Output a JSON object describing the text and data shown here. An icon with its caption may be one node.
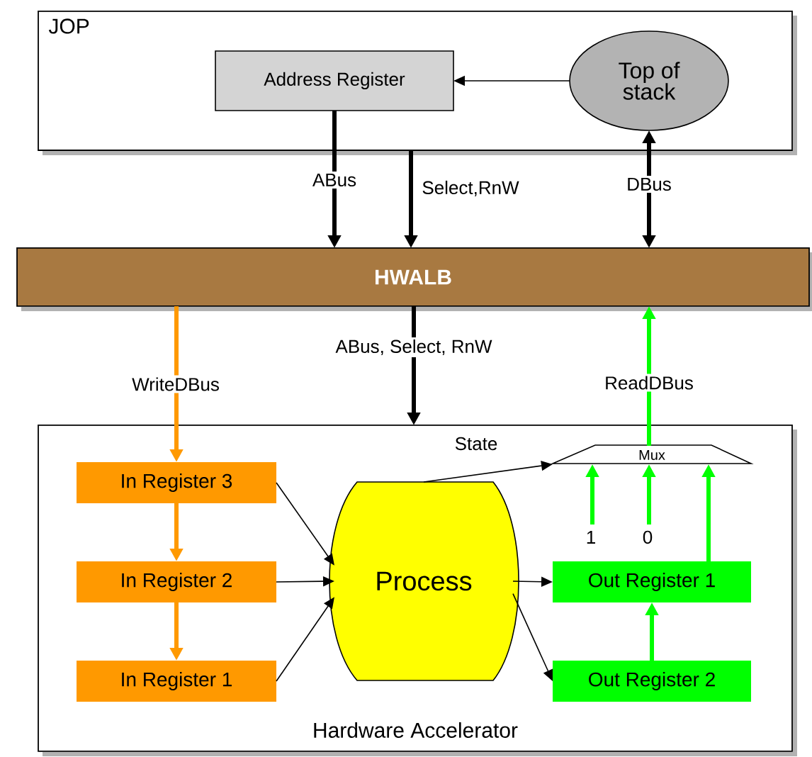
{
  "diagram": {
    "nodes": [
      {
        "text": [
          "JOP"
        ]
      },
      {
        "text": [
          "Address Register"
        ],
        "in": 0
      },
      {
        "text": [
          "Top of stack"
        ],
        "in": 0
      },
      {
        "text": [
          "HWALB"
        ]
      },
      {
        "text": [
          "Hardware Accelerator"
        ]
      },
      {
        "text": [
          "In Register 3"
        ],
        "in": 4
      },
      {
        "text": [
          "In Register 2"
        ],
        "in": 4
      },
      {
        "text": [
          "In Register 1"
        ],
        "in": 4
      },
      {
        "text": [
          "Process"
        ],
        "in": 4
      },
      {
        "text": [
          "Mux"
        ],
        "in": 4
      },
      {
        "text": [
          "Out Register 1"
        ],
        "in": 4
      },
      {
        "text": [
          "Out Register 2"
        ],
        "in": 4
      }
    ],
    "edges": [
      {
        "from": 2,
        "to": 1,
        "arrow": "to"
      },
      {
        "from": 1,
        "to": 3,
        "arrow": "to",
        "label": "ABus"
      },
      {
        "from": 0,
        "to": 3,
        "arrow": "to",
        "label": "Select,RnW"
      },
      {
        "from": 2,
        "to": 3,
        "arrow": "both",
        "label": "DBus"
      },
      {
        "from": 3,
        "to": 5,
        "arrow": "to",
        "label": "WriteDBus",
        "color": "#ff9900"
      },
      {
        "from": 3,
        "to": 4,
        "arrow": "to",
        "label": "ABus, Select, RnW"
      },
      {
        "from": 9,
        "to": 3,
        "arrow": "to",
        "label": "ReadDBus",
        "color": "#00ff00"
      },
      {
        "from": 5,
        "to": 6,
        "arrow": "to",
        "color": "#ff9900"
      },
      {
        "from": 6,
        "to": 7,
        "arrow": "to",
        "color": "#ff9900"
      },
      {
        "from": 5,
        "to": 8,
        "arrow": "to"
      },
      {
        "from": 6,
        "to": 8,
        "arrow": "to"
      },
      {
        "from": 7,
        "to": 8,
        "arrow": "to"
      },
      {
        "from": 8,
        "to": 9,
        "arrow": "to",
        "label": "State"
      },
      {
        "from": 8,
        "to": 10,
        "arrow": "to"
      },
      {
        "from": 8,
        "to": 11,
        "arrow": "to"
      },
      {
        "from": 11,
        "to": 10,
        "arrow": "to",
        "color": "#00ff00"
      },
      {
        "from": 10,
        "to": 9,
        "arrow": "to",
        "color": "#00ff00"
      },
      {
        "from": null,
        "to": 9,
        "arrow": "to",
        "label": "1",
        "color": "#00ff00"
      },
      {
        "from": null,
        "to": 9,
        "arrow": "to",
        "label": "0",
        "color": "#00ff00"
      }
    ]
  }
}
